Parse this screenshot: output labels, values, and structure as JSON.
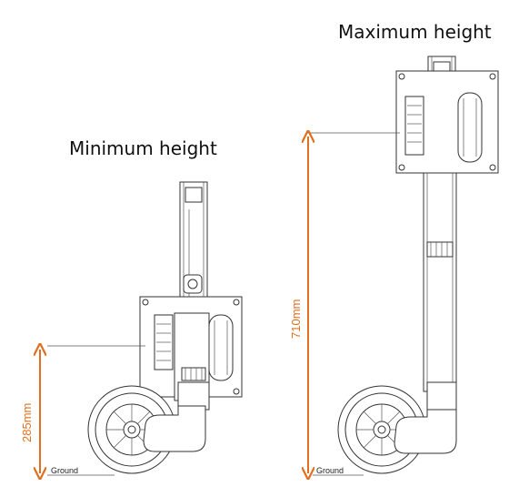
{
  "labels": {
    "minimum_title": "Minimum height",
    "maximum_title": "Maximum height",
    "minimum_dimension": "285mm",
    "maximum_dimension": "710mm",
    "ground_left": "Ground",
    "ground_right": "Ground"
  },
  "colors": {
    "dimension": "#e07020",
    "line": "#333333",
    "background": "#ffffff"
  }
}
